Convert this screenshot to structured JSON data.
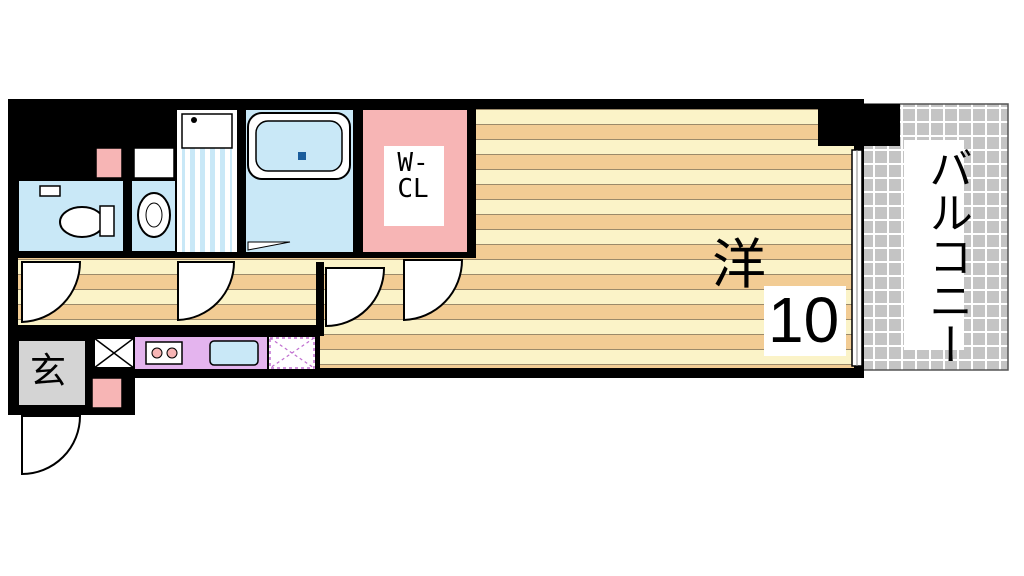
{
  "labels": {
    "wcl_line1": "W-",
    "wcl_line2": "CL",
    "room": "洋",
    "room_size": "10",
    "balcony": "バルコニー",
    "entrance": "玄"
  },
  "colors": {
    "wall": "#000000",
    "floor_light": "#fbf3c8",
    "floor_dark": "#f2cc94",
    "bath": "#c9e8f7",
    "wcl": "#f7b5b5",
    "kitchen": "#e4b4ee",
    "balcony_tile": "#c8c8c8",
    "entrance_floor": "#d4d4d4"
  }
}
